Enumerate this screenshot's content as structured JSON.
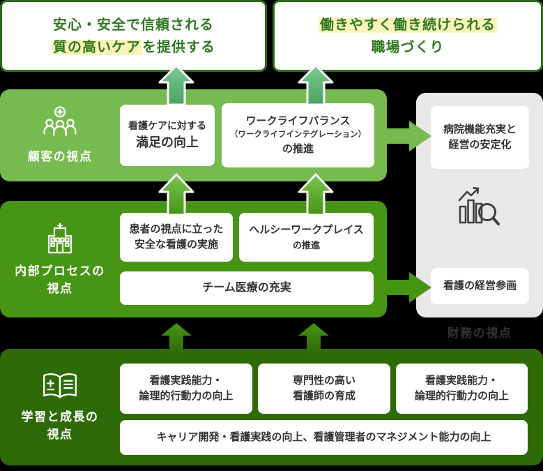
{
  "goals": {
    "left": {
      "line1": "安心・安全で信頼される",
      "line2_highlighted": "質の高いケア",
      "line2_rest": "を提供する"
    },
    "right": {
      "line1_highlighted": "働きやすく働き続けられる",
      "line2": "職場づくり"
    }
  },
  "perspectives": {
    "customer": {
      "label": "顧客の視点",
      "icon": "people-medical-cross-icon",
      "boxes": [
        {
          "line1": "看護ケアに対する",
          "line2": "満足の向上"
        },
        {
          "line1": "ワークライフバランス",
          "line2": "（ワークライフインテグレーション）",
          "line3": "の推進"
        }
      ]
    },
    "internal_process": {
      "label_line1": "内部プロセスの",
      "label_line2": "視点",
      "icon": "hospital-icon",
      "boxes": [
        {
          "line1": "患者の視点に立った",
          "line2": "安全な看護の実施"
        },
        {
          "line1": "ヘルシーワークプレイス",
          "line2": "の推進"
        }
      ],
      "wide_box": "チーム医療の充実"
    },
    "learning_growth": {
      "label_line1": "学習と成長の",
      "label_line2": "視点",
      "icon": "open-book-medical-icon",
      "boxes": [
        {
          "line1": "看護実践能力・",
          "line2": "論理的行動力の向上"
        },
        {
          "line1": "専門性の高い",
          "line2": "看護師の育成"
        },
        {
          "line1": "看護実践能力・",
          "line2": "論理的行動力の向上"
        }
      ],
      "wide_box": "キャリア開発・看護実践の向上、看護管理者のマネジメント能力の向上"
    },
    "financial": {
      "label": "財務の視点",
      "icon": "bar-chart-magnifier-icon",
      "boxes": [
        {
          "line1": "病院機能充実と",
          "line2": "経営の安定化"
        },
        {
          "line1": "看護の経営参画"
        }
      ]
    }
  },
  "colors": {
    "customer_band": "#76BB4F",
    "internal_band": "#479514",
    "learning_band": "#2E6B08",
    "finance_panel": "#E8E8E8",
    "goal_border": "#2F6B1C",
    "goal_text": "#2E7A1E",
    "highlight_yellow": "#FAF3BC",
    "box_text": "#333333",
    "arrow_sea_green": "#5CB475"
  }
}
